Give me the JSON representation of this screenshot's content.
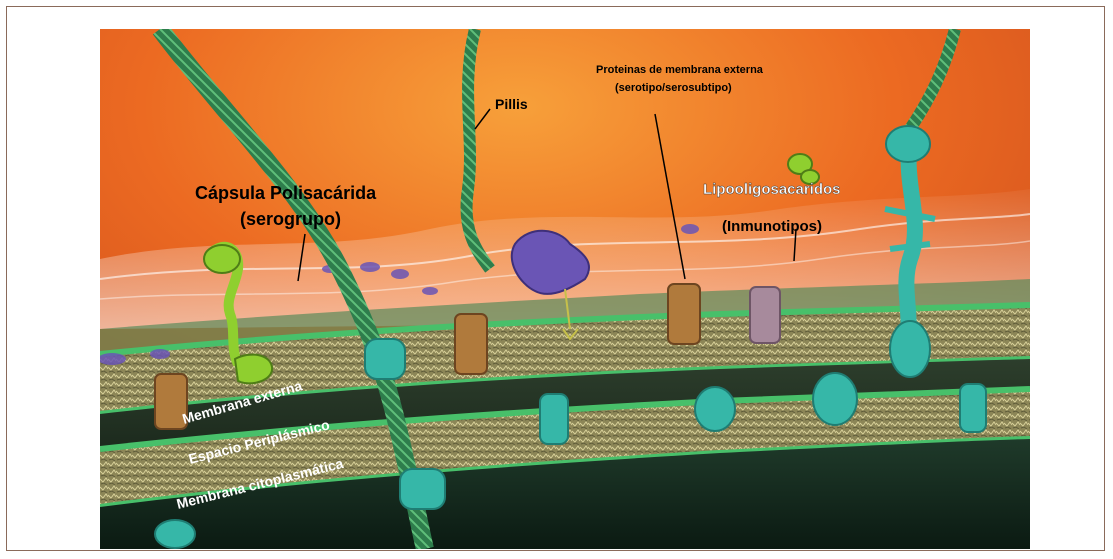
{
  "labels": {
    "pillis": "Pillis",
    "proteinas_line1": "Proteinas de membrana externa",
    "proteinas_line2": "(serotipo/serosubtipo)",
    "capsula_line1": "Cápsula Polisacárida",
    "capsula_line2": "(serogrupo)",
    "lipo_line1": "Lipooligosacaridos",
    "lipo_line2": "(Inmunotipos)",
    "membrana_externa": "Membrana externa",
    "espacio_periplasmico": "Espacio Periplásmico",
    "membrana_citoplasmatica": "Membrana citoplasmática"
  },
  "colors": {
    "background_orange": "#e8631f",
    "membrane_green": "#3aa35a",
    "protein_tan": "#b07a3c",
    "protein_teal": "#36b7a8",
    "protein_purple": "#6a55b5",
    "protein_lime": "#8fcf2f",
    "cytoplasm_dark": "#15261c"
  }
}
